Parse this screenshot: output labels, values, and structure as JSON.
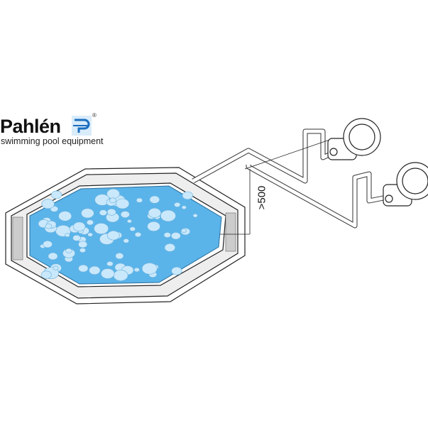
{
  "logo": {
    "brand": "Pahlén",
    "tagline": "swimming pool equipment",
    "registered": "®"
  },
  "dimension_label": ">500",
  "colors": {
    "water": "#5ab4ea",
    "bubble": "#c9e8fb",
    "logo_blue": "#1a6fc0"
  }
}
